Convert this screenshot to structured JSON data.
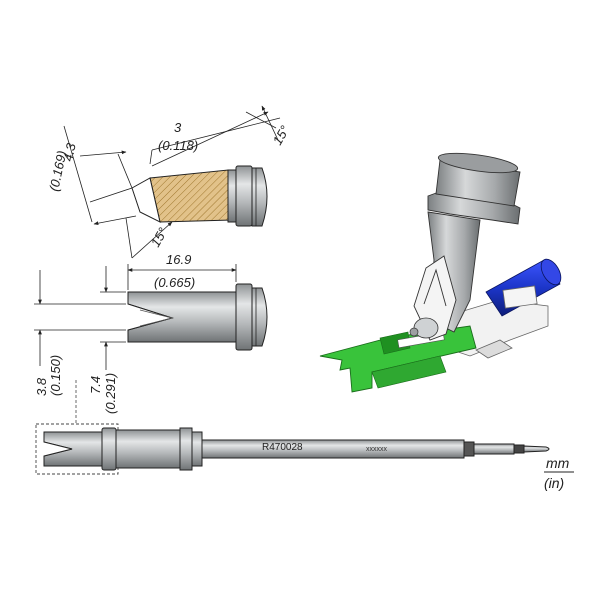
{
  "dimensions": {
    "width_a_mm": "4.3",
    "width_a_in": "(0.169)",
    "length_b_mm": "3",
    "length_b_in": "(0.118)",
    "angle_top": "15°",
    "angle_bottom": "15°",
    "length_c_mm": "16.9",
    "length_c_in": "(0.665)",
    "height_d_mm": "3.8",
    "height_d_in": "(0.150)",
    "height_e_mm": "7.4",
    "height_e_in": "(0.291)"
  },
  "part": {
    "code": "R470028",
    "serial": "xxxxxx"
  },
  "units": {
    "metric": "mm",
    "imperial": "(in)"
  },
  "colors": {
    "hatch": "#d9b77a",
    "steel": "#b9bcbe",
    "green": "#39c33b",
    "blue": "#1c35c8"
  }
}
